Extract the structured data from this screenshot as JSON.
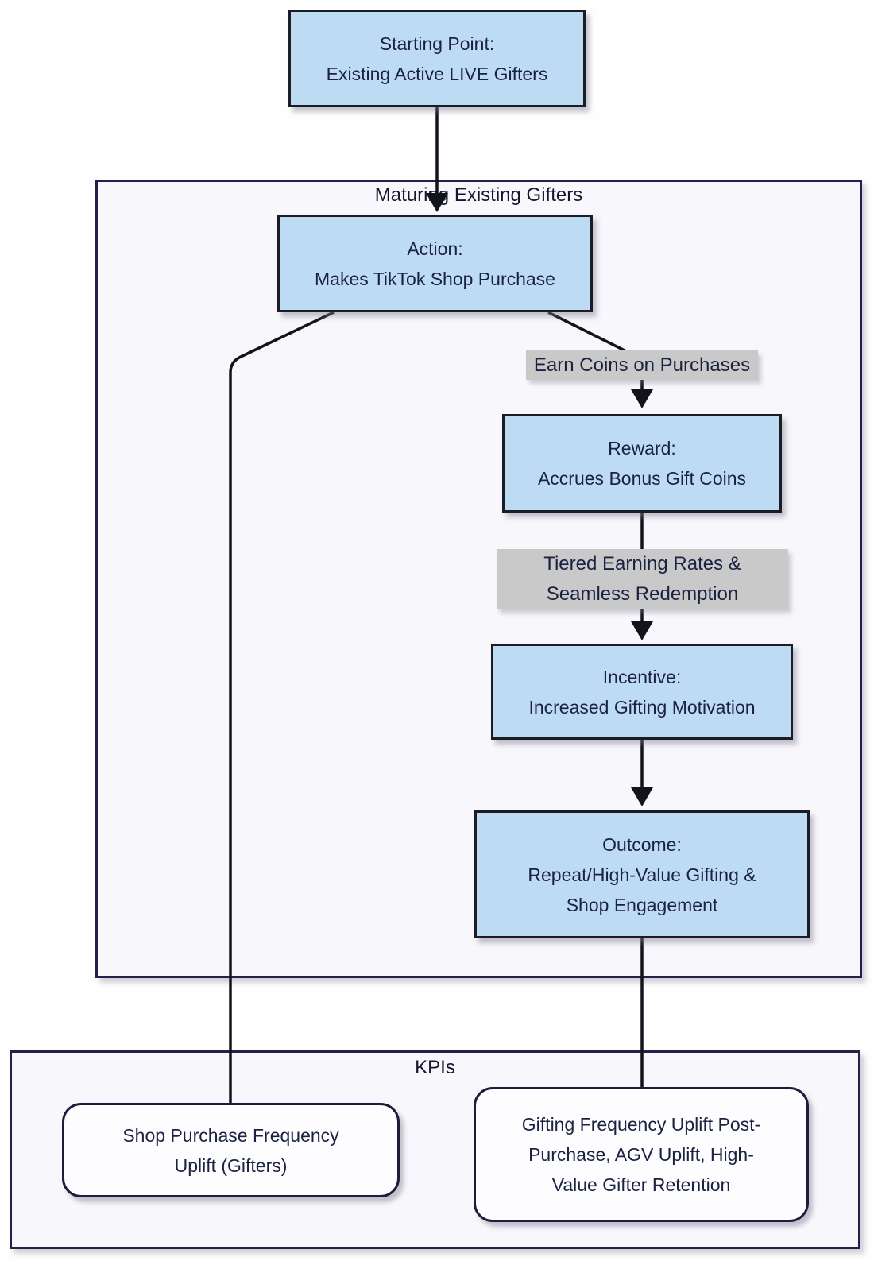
{
  "groups": {
    "maturing": {
      "label": "Maturing Existing Gifters"
    },
    "kpis": {
      "label": "KPIs"
    }
  },
  "nodes": {
    "start": {
      "lines": [
        "Starting Point:",
        "Existing Active LIVE Gifters"
      ]
    },
    "action": {
      "lines": [
        "Action:",
        "Makes TikTok Shop Purchase"
      ]
    },
    "reward": {
      "lines": [
        "Reward:",
        "Accrues Bonus Gift Coins"
      ]
    },
    "incentive": {
      "lines": [
        "Incentive:",
        "Increased Gifting Motivation"
      ]
    },
    "outcome": {
      "lines": [
        "Outcome:",
        "Repeat/High-Value Gifting &",
        "Shop Engagement"
      ]
    },
    "kpi_left": {
      "lines": [
        "Shop Purchase Frequency",
        "Uplift (Gifters)"
      ]
    },
    "kpi_right": {
      "lines": [
        "Gifting Frequency Uplift Post-",
        "Purchase, AGV Uplift, High-",
        "Value Gifter Retention"
      ]
    }
  },
  "edge_labels": {
    "earn_coins": {
      "lines": [
        "Earn Coins on Purchases"
      ]
    },
    "tiered": {
      "lines": [
        "Tiered Earning Rates &",
        "Seamless Redemption"
      ]
    }
  },
  "edges": [
    {
      "from": "start",
      "to": "action"
    },
    {
      "from": "action",
      "to": "reward",
      "label": "Earn Coins on Purchases"
    },
    {
      "from": "reward",
      "to": "incentive",
      "label": "Tiered Earning Rates & Seamless Redemption"
    },
    {
      "from": "incentive",
      "to": "outcome"
    },
    {
      "from": "action",
      "to": "kpi_left"
    },
    {
      "from": "outcome",
      "to": "kpi_right"
    }
  ],
  "colors": {
    "node_fill": "#bedbf4",
    "node_border": "#1c1c24",
    "group_fill": "#f8f7fb",
    "group_border": "#23204a",
    "kpi_fill": "#fdfdff",
    "kpi_border": "#1d1c3a",
    "edge_label_bg": "#c9c9c9",
    "text": "#1b2140",
    "connector": "#13131c"
  }
}
